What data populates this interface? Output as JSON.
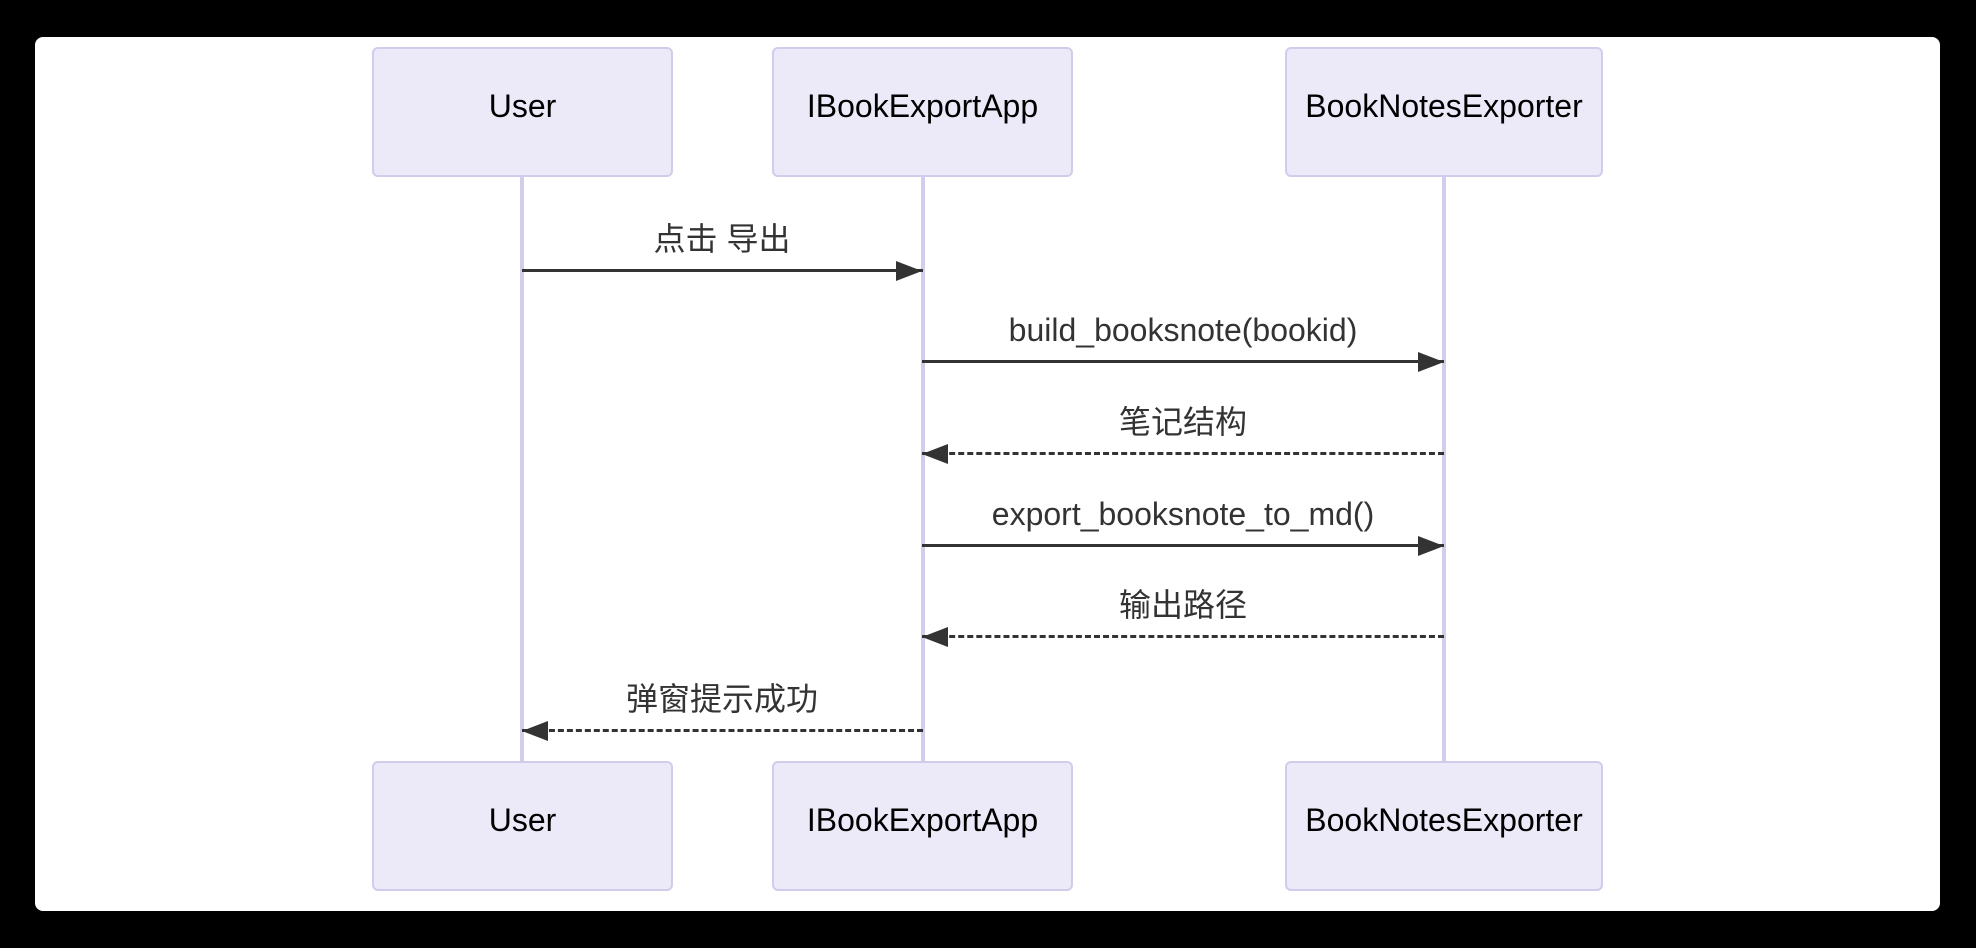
{
  "colors": {
    "frame": "#000000",
    "canvas": "#ffffff",
    "actor_fill": "#eceaf9",
    "actor_border": "#d2ccec",
    "lifeline": "#d3cdec",
    "message": "#333333",
    "actor_text": "#000000"
  },
  "actors": [
    {
      "id": "user",
      "label": "User"
    },
    {
      "id": "app",
      "label": "IBookExportApp"
    },
    {
      "id": "exporter",
      "label": "BookNotesExporter"
    }
  ],
  "messages": [
    {
      "label": "点击 导出",
      "from": "User",
      "to": "IBookExportApp",
      "line_style": "solid",
      "direction": "right"
    },
    {
      "label": "build_booksnote(bookid)",
      "from": "IBookExportApp",
      "to": "BookNotesExporter",
      "line_style": "solid",
      "direction": "right"
    },
    {
      "label": "笔记结构",
      "from": "BookNotesExporter",
      "to": "IBookExportApp",
      "line_style": "dashed",
      "direction": "left"
    },
    {
      "label": "export_booksnote_to_md()",
      "from": "IBookExportApp",
      "to": "BookNotesExporter",
      "line_style": "solid",
      "direction": "right"
    },
    {
      "label": "输出路径",
      "from": "BookNotesExporter",
      "to": "IBookExportApp",
      "line_style": "dashed",
      "direction": "left"
    },
    {
      "label": "弹窗提示成功",
      "from": "IBookExportApp",
      "to": "User",
      "line_style": "dashed",
      "direction": "left"
    }
  ]
}
